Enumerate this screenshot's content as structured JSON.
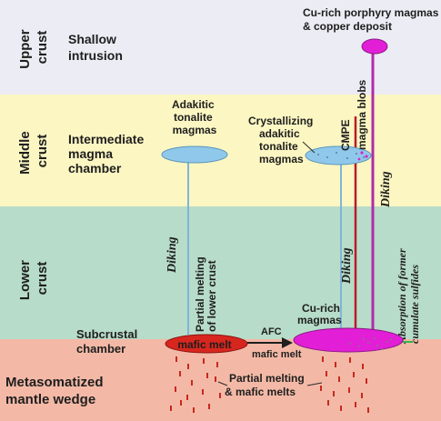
{
  "colors": {
    "upper_band": "#ececf4",
    "middle_band": "#fbf6c2",
    "lower_band": "#b7dcc9",
    "mantle_band": "#f3b9a6",
    "chamber_blue": "#8fc8ea",
    "mafic_red": "#d7261e",
    "magenta": "#e21fd6",
    "conduit_blue": "#7fb6d6",
    "conduit_red": "#b81b2a",
    "conduit_magenta": "#b02ca8",
    "droplet": "#c8281e"
  },
  "layers": {
    "upper": {
      "line1": "Upper",
      "line2": "crust"
    },
    "middle": {
      "line1": "Middle",
      "line2": "crust"
    },
    "lower": {
      "line1": "Lower",
      "line2": "crust"
    }
  },
  "zones": {
    "shallow_intrusion": {
      "line1": "Shallow",
      "line2": "intrusion"
    },
    "intermediate_chamber": {
      "line1": "Intermediate",
      "line2": "magma",
      "line3": "chamber"
    },
    "subcrustal_chamber": {
      "line1": "Subcrustal",
      "line2": "chamber"
    },
    "mantle_wedge": {
      "line1": "Metasomatized",
      "line2": "mantle wedge"
    }
  },
  "labels": {
    "porphyry": {
      "line1": "Cu-rich porphyry magmas",
      "line2": "& copper deposit"
    },
    "adakitic_tonalite": {
      "line1": "Adakitic",
      "line2": "tonalite",
      "line3": "magmas"
    },
    "crystallizing": {
      "line1": "Crystallizing",
      "line2": "adakitic",
      "line3": "tonalite",
      "line4": "magmas"
    },
    "cmpe": "CMPE",
    "magma_blobs": "magma blobs",
    "diking_left": "Diking",
    "diking_mid": "Diking",
    "diking_right": "Diking",
    "partial_melting_lower": {
      "line1": "Partial melting",
      "line2": "of lower crust"
    },
    "absorption": {
      "line1": "Absorption of former",
      "line2": "cumulate sulfides"
    },
    "cu_rich_magmas": {
      "line1": "Cu-rich",
      "line2": "magmas"
    },
    "afc": "AFC",
    "mafic_melt_chamber": "mafic melt",
    "mafic_melt_arrow": "mafic melt",
    "partial_melting_mafic": {
      "line1": "Partial melting",
      "line2": "& mafic melts"
    }
  }
}
